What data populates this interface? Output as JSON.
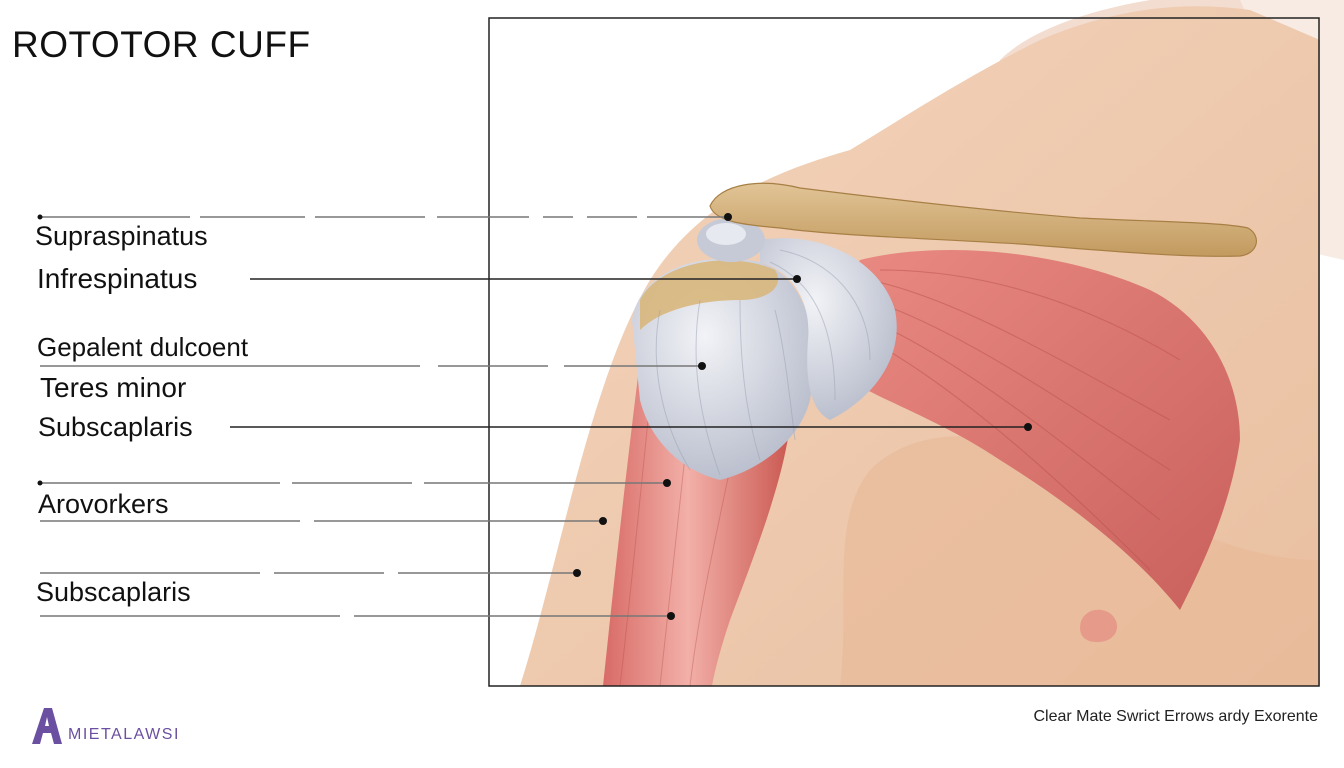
{
  "title": "ROTOTOR CUFF",
  "labels": {
    "supraspinatus": "Supraspinatus",
    "infrespinatus": "Infrespinatus",
    "gepalent_dulcoent": "Gepalent dulcoent",
    "teres_minor": "Teres minor",
    "subscaplaris_1": "Subscaplaris",
    "arovorkers": "Arovorkers",
    "subscaplaris_2": "Subscaplaris"
  },
  "brand": {
    "logo_letter": "A",
    "name": "MIETALAWSI",
    "color": "#6b4fa0"
  },
  "caption": "Clear Mate Swrict Errows ardy Exorente",
  "colors": {
    "skin": "#f0c9ac",
    "muscle": "#d9706a",
    "tendon": "#d2d6e0",
    "bone": "#d2b07a"
  }
}
